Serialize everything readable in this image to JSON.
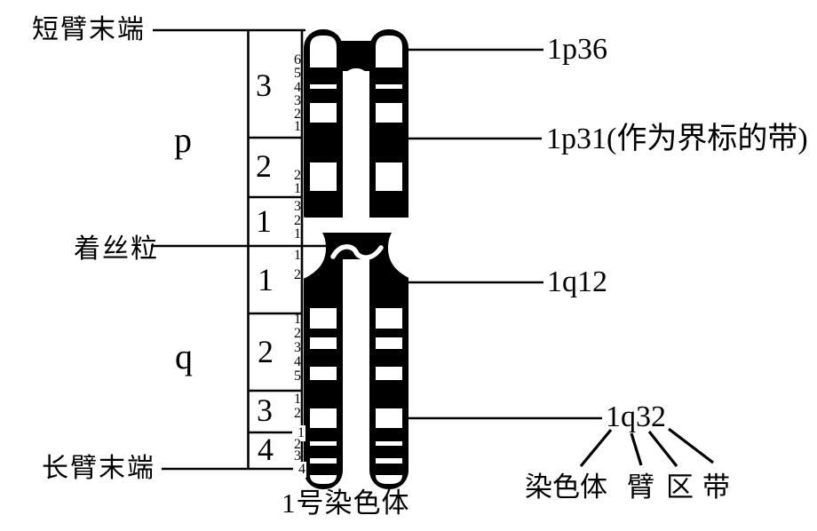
{
  "figure": {
    "caption": "1号染色体",
    "left_labels": {
      "short_arm_end": "短臂末端",
      "centromere": "着丝粒",
      "long_arm_end": "长臂末端"
    },
    "arm_labels": {
      "p": "p",
      "q": "q"
    },
    "region_labels": {
      "p3": "3",
      "p2": "2",
      "p1": "1",
      "q1": "1",
      "q2": "2",
      "q3": "3",
      "q4": "4"
    },
    "band_numbers": {
      "p3": [
        "6",
        "5",
        "4",
        "3",
        "2",
        "1"
      ],
      "p2": [
        "2",
        "1"
      ],
      "p1": [
        "3",
        "2",
        "1"
      ],
      "q1": [
        "1",
        "2"
      ],
      "q2": [
        "1",
        "2",
        "3",
        "4",
        "5"
      ],
      "q3": [
        "1",
        "2"
      ],
      "q3q4_boundary": "1",
      "q4": [
        "2",
        "3",
        "4"
      ]
    },
    "annotations": {
      "p36": "1p36",
      "p31": "1p31(作为界标的带)",
      "q12": "1q12",
      "q32": "1q32"
    },
    "legend": {
      "chromosome": "染色体",
      "arm": "臂",
      "region": "区",
      "band": "带"
    },
    "colors": {
      "ink": "#000000",
      "background": "#ffffff"
    }
  }
}
